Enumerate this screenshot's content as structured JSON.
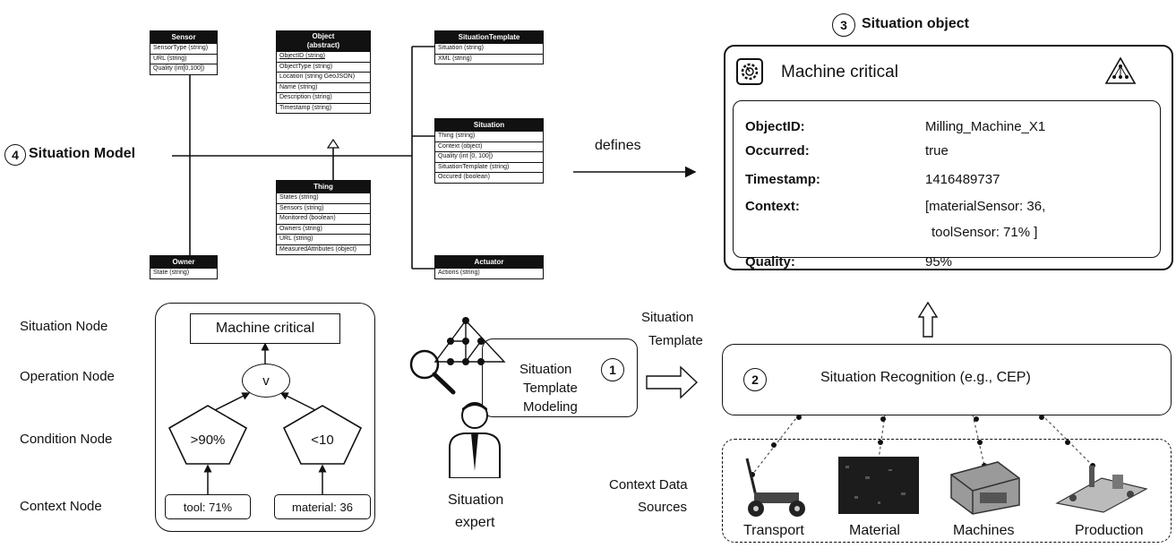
{
  "model": {
    "number": "4",
    "title": "Situation Model",
    "classes": {
      "sensor": {
        "title": "Sensor",
        "rows": [
          "SensorType (string)",
          "URL (string)",
          "Quality (int[0,100])"
        ]
      },
      "object": {
        "title": "Object",
        "subtitle": "(abstract)",
        "rows": [
          "ObjectID (string)",
          "ObjectType (string)",
          "Location (string GeoJSON)",
          "Name (string)",
          "Description (string)",
          "Timestamp (string)"
        ]
      },
      "situation_template": {
        "title": "SituationTemplate",
        "rows": [
          "Situation (string)",
          "XML (string)"
        ]
      },
      "situation": {
        "title": "Situation",
        "rows": [
          "Thing (string)",
          "Context (object)",
          "Quality (int [0, 100])",
          "SituationTemplate (string)",
          "Occured (boolean)"
        ]
      },
      "thing": {
        "title": "Thing",
        "rows": [
          "States (string)",
          "Sensors (string)",
          "Monitored (boolean)",
          "Owners (string)",
          "URL (string)",
          "MeasuredAttributes (object)"
        ]
      },
      "owner": {
        "title": "Owner",
        "rows": [
          "State (string)"
        ]
      },
      "actuator": {
        "title": "Actuator",
        "rows": [
          "Actions (string)"
        ]
      }
    }
  },
  "defines_label": "defines",
  "situation_object": {
    "number": "3",
    "title": "Situation object",
    "header": "Machine critical",
    "fields": [
      {
        "key": "ObjectID:",
        "value": "Milling_Machine_X1"
      },
      {
        "key": "Occurred:",
        "value": "true"
      },
      {
        "key": "Timestamp:",
        "value": "1416489737"
      },
      {
        "key": "Context:",
        "value": "[materialSensor: 36,",
        "value2": "toolSensor: 71% ]"
      },
      {
        "key": "Quality:",
        "value": "95%"
      }
    ]
  },
  "node_labels": [
    "Situation Node",
    "Operation Node",
    "Condition Node",
    "Context Node"
  ],
  "template_tree": {
    "situation": "Machine critical",
    "operation": "v",
    "condition_left": ">90%",
    "condition_right": "<10",
    "context_left": "tool: 71%",
    "context_right": "material: 36"
  },
  "modeling": {
    "number": "1",
    "lines": [
      "Situation",
      "Template",
      "Modeling"
    ]
  },
  "expert": {
    "lines": [
      "Situation",
      "expert"
    ]
  },
  "template_arrow_label": [
    "Situation",
    "Template"
  ],
  "recognition": {
    "number": "2",
    "label": "Situation Recognition (e.g., CEP)"
  },
  "context_sources_label": [
    "Context Data",
    "Sources"
  ],
  "sources": [
    "Transport",
    "Material",
    "Machines",
    "Production"
  ]
}
